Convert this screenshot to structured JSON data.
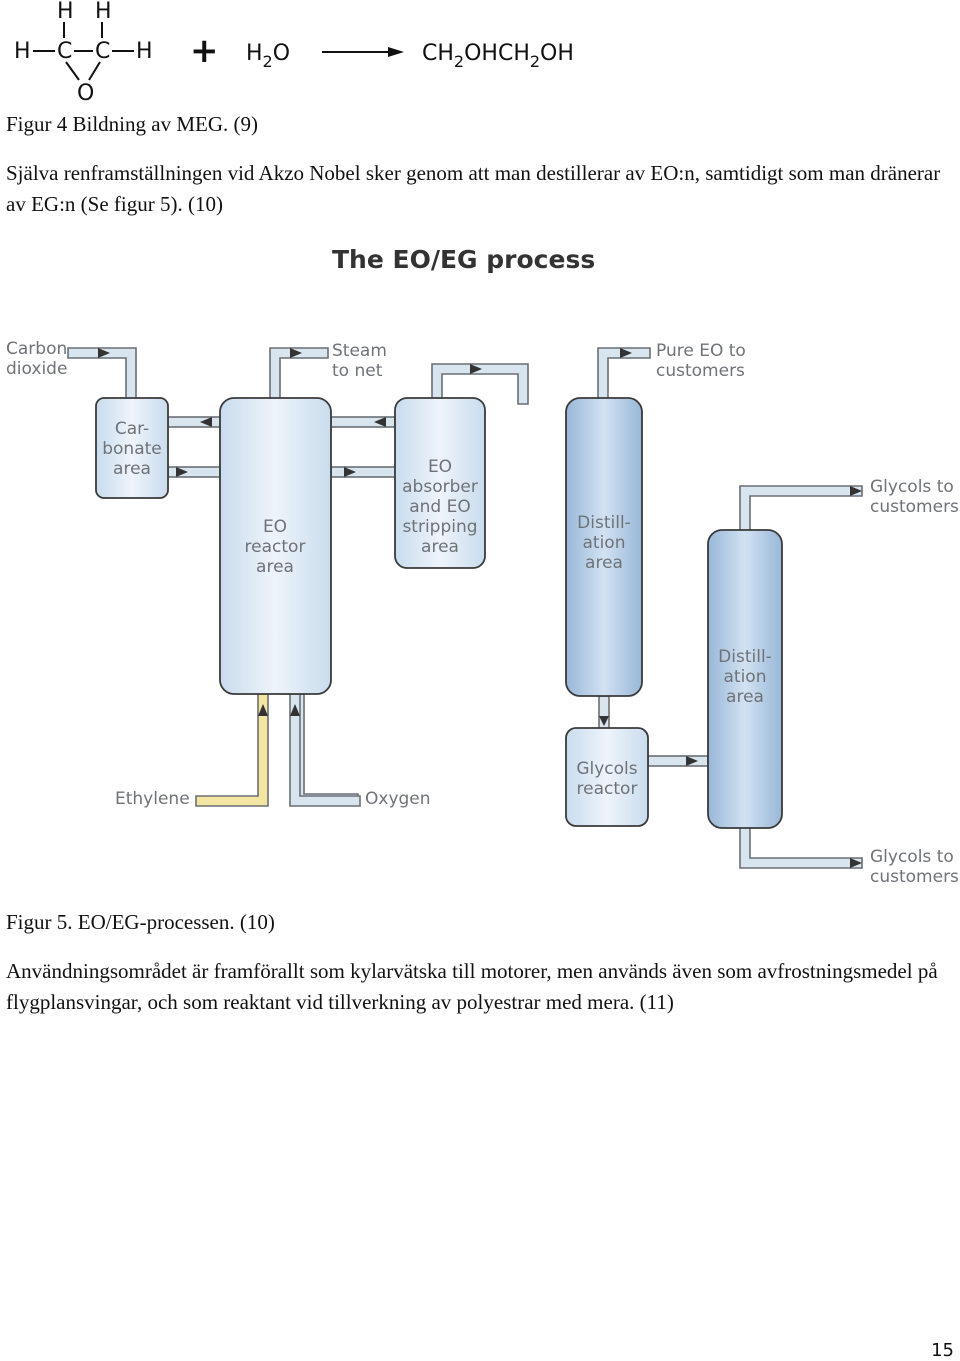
{
  "reaction": {
    "h1": "H",
    "h2": "H",
    "h_left": "H",
    "h_right": "H",
    "c1": "C",
    "c2": "C",
    "o": "O",
    "plus": "+",
    "water": [
      "H",
      "2",
      "O"
    ],
    "product": [
      "CH",
      "2",
      "OHCH",
      "2",
      "OH"
    ]
  },
  "figure4_caption": "Figur 4 Bildning av MEG. (9)",
  "paragraph1": "Själva renframställningen vid Akzo Nobel sker genom att man destillerar av EO:n, samtidigt som man dränerar av EG:n (Se figur 5). (10)",
  "diagram": {
    "title": "The EO/EG process",
    "labels": {
      "carbon_dioxide": [
        "Carbon",
        "dioxide"
      ],
      "steam_to_net": [
        "Steam",
        "to net"
      ],
      "pure_eo": [
        "Pure EO to",
        "customers"
      ],
      "glycols_top": [
        "Glycols to",
        "customers"
      ],
      "glycols_bottom": [
        "Glycols to",
        "customers"
      ],
      "carbonate": [
        "Car-",
        "bonate",
        "area"
      ],
      "eo_reactor": [
        "EO",
        "reactor",
        "area"
      ],
      "eo_absorber": [
        "EO",
        "absorber",
        "and EO",
        "stripping",
        "area"
      ],
      "distillation1": [
        "Distill-",
        "ation",
        "area"
      ],
      "distillation2": [
        "Distill-",
        "ation",
        "area"
      ],
      "glycols_reactor": [
        "Glycols",
        "reactor"
      ],
      "ethylene": "Ethylene",
      "oxygen": "Oxygen"
    },
    "colors": {
      "vessel_light": "#dbe8f4",
      "vessel_dark": "#b3cce6",
      "vessel_stroke": "#3a3a3a",
      "pipe": "#d8e4ee",
      "ethylene_pipe": "#f3e6a0",
      "label": "#6f7378"
    }
  },
  "figure5_caption": "Figur 5. EO/EG-processen. (10)",
  "paragraph2": "Användningsområdet är framförallt som kylarvätska till motorer, men används även som avfrostningsmedel på flygplansvingar, och som reaktant vid tillverkning av polyestrar med mera. (11)",
  "page_number": "15"
}
